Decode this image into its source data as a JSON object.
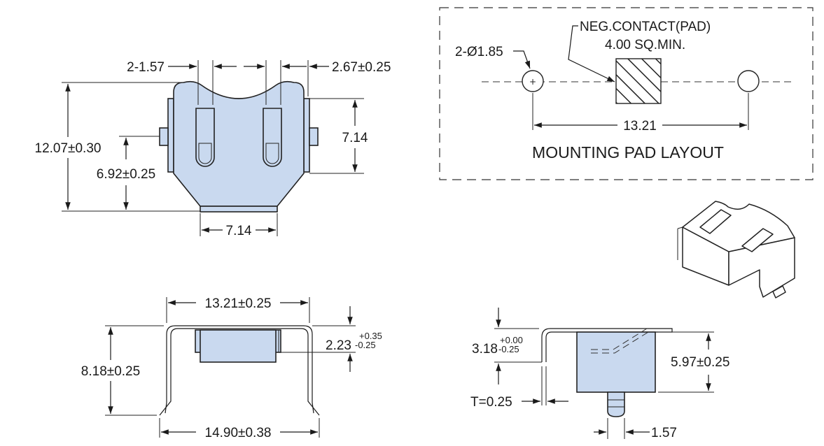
{
  "colors": {
    "part_fill": "#c9d9ef",
    "line": "#1a1a1a",
    "background": "#ffffff"
  },
  "top_view": {
    "slot_width": "2-1.57",
    "tab_width": "2.67±0.25",
    "overall_height": "12.07±0.30",
    "side_height": "7.14",
    "pin_height": "6.92±0.25",
    "bottom_width": "7.14"
  },
  "mounting_pad": {
    "hole_dim": "2-Ø1.85",
    "contact_line1": "NEG.CONTACT(PAD)",
    "contact_line2": "4.00 SQ.MIN.",
    "spacing": "13.21",
    "title": "MOUNTING PAD LAYOUT"
  },
  "front_view": {
    "top_width": "13.21±0.25",
    "overall_height": "8.18±0.25",
    "pad_height_base": "2.23",
    "pad_height_tol_plus": "+0.35",
    "pad_height_tol_minus": "-0.25",
    "bottom_width": "14.90±0.38"
  },
  "side_view": {
    "height_base": "3.18",
    "height_tol_plus": "+0.00",
    "height_tol_minus": "-0.25",
    "thickness": "T=0.25",
    "body_height": "5.97±0.25",
    "pin_width": "1.57"
  }
}
